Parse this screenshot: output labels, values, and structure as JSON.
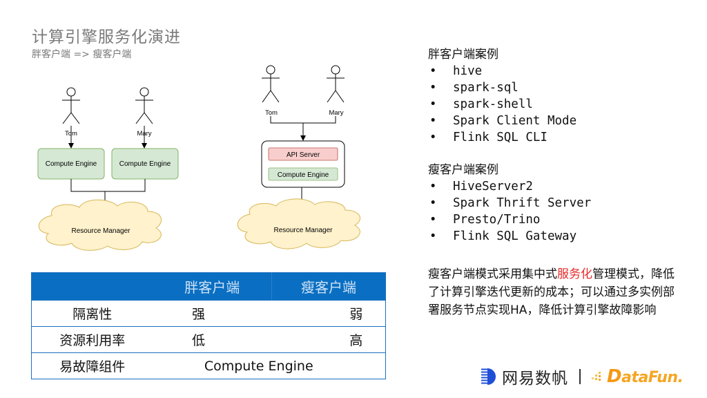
{
  "header": {
    "title": "计算引擎服务化演进",
    "subtitle": "胖客户端 => 瘦客户端"
  },
  "diagram_fat": {
    "users": [
      "Tom",
      "Mary"
    ],
    "engines": [
      "Compute Engine",
      "Compute Engine"
    ],
    "resource": "Resource Manager"
  },
  "diagram_thin": {
    "users": [
      "Tom",
      "Mary"
    ],
    "api_server": "API Server",
    "engine": "Compute Engine",
    "resource": "Resource Manager"
  },
  "colors": {
    "engine_fill": "#d5e8d4",
    "engine_stroke": "#82b366",
    "api_fill": "#f8cecc",
    "api_stroke": "#b85450",
    "cloud_fill": "#fff2cc",
    "cloud_stroke": "#d6b656",
    "table_header": "#0a6fc2",
    "highlight": "#e52a2a",
    "datafun": "#f5a623",
    "netease_blue": "#1f4fd8"
  },
  "table": {
    "headers": [
      "",
      "胖客户端",
      "瘦客户端"
    ],
    "rows": [
      {
        "label": "隔离性",
        "fat": "强",
        "thin": "弱"
      },
      {
        "label": "资源利用率",
        "fat": "低",
        "thin": "高"
      }
    ],
    "merged_row": {
      "label": "易故障组件",
      "value": "Compute Engine"
    }
  },
  "fat_cases": {
    "title": "胖客户端案例",
    "items": [
      "hive",
      "spark-sql",
      "spark-shell",
      "Spark Client Mode",
      "Flink SQL CLI"
    ]
  },
  "thin_cases": {
    "title": "瘦客户端案例",
    "items": [
      "HiveServer2",
      "Spark Thrift Server",
      "Presto/Trino",
      "Flink SQL Gateway"
    ]
  },
  "summary": {
    "before": "瘦客户端模式采用集中式",
    "highlight": "服务化",
    "after": "管理模式，降低了计算引擎迭代更新的成本；可以通过多实例部署服务节点实现HA，降低计算引擎故障影响"
  },
  "logos": {
    "netease": "网易数帆",
    "datafun_first": "D",
    "datafun_rest": "ataFun."
  }
}
